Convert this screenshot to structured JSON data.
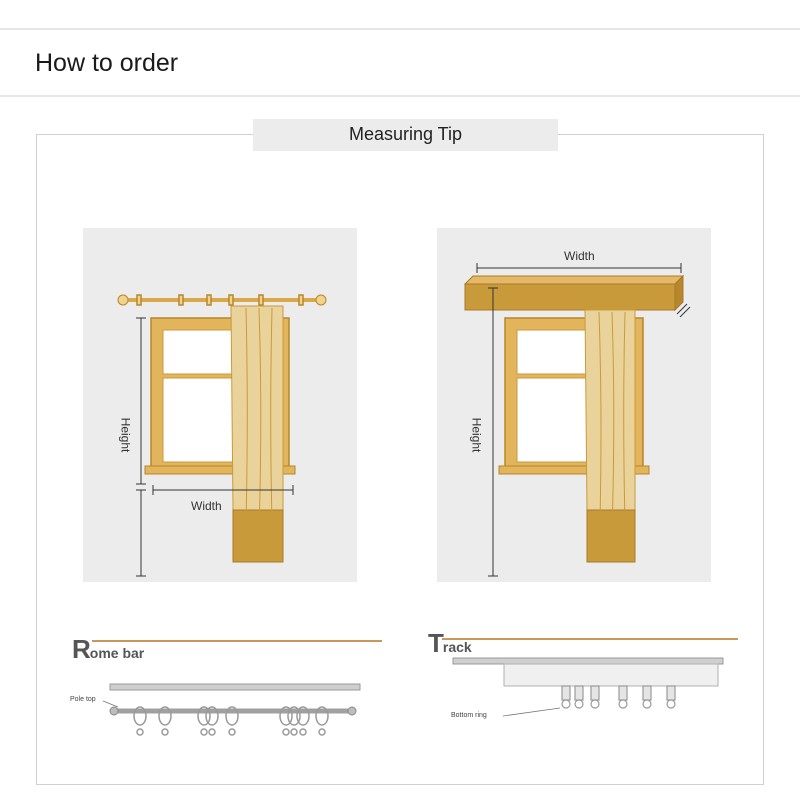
{
  "page_title": "How to order",
  "tip_title": "Measuring Tip",
  "panel_left": {
    "height_label": "Height",
    "width_label": "Width"
  },
  "panel_right": {
    "height_label": "Height",
    "width_label": "Width"
  },
  "rome_bar": {
    "initial": "R",
    "rest": "ome bar",
    "callout": "Pole top"
  },
  "track": {
    "initial": "T",
    "rest": "rack",
    "callout": "Bottom ring"
  },
  "colors": {
    "gold": "#d9a84a",
    "gold_light": "#e9cf8d",
    "gold_dark": "#b8862b",
    "curtain_top": "#ead39a",
    "curtain_bottom": "#c99a3a",
    "panel_bg": "#ececec",
    "accent_line": "#c9975a"
  }
}
